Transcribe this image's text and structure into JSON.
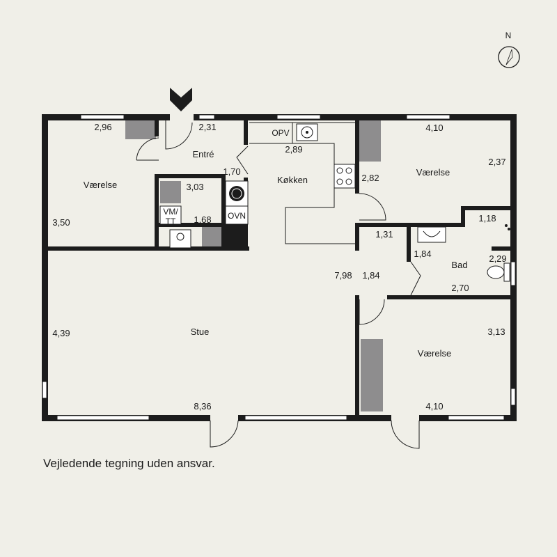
{
  "rooms": {
    "vaerelse_nw": "Værelse",
    "entre": "Entré",
    "kokken": "Køkken",
    "vaerelse_ne": "Værelse",
    "bad": "Bad",
    "stue": "Stue",
    "vaerelse_se": "Værelse"
  },
  "fixtures": {
    "opv": "OPV",
    "vm_line1": "VM/",
    "vm_line2": "TT",
    "ovn": "OVN"
  },
  "dimensions": {
    "d296": "2,96",
    "d231": "2,31",
    "d410_top": "4,10",
    "d289": "2,89",
    "d237": "2,37",
    "d170": "1,70",
    "d282": "2,82",
    "d303": "3,03",
    "d350": "3,50",
    "d168": "1,68",
    "d131": "1,31",
    "d118": "1,18",
    "d184_bath": "1,84",
    "d229": "2,29",
    "d798": "7,98",
    "d184_hall": "1,84",
    "d270": "2,70",
    "d439": "4,39",
    "d313": "3,13",
    "d836": "8,36",
    "d410_bottom": "4,10"
  },
  "compass": {
    "north_label": "N"
  },
  "footer": {
    "disclaimer": "Vejledende tegning uden ansvar."
  }
}
